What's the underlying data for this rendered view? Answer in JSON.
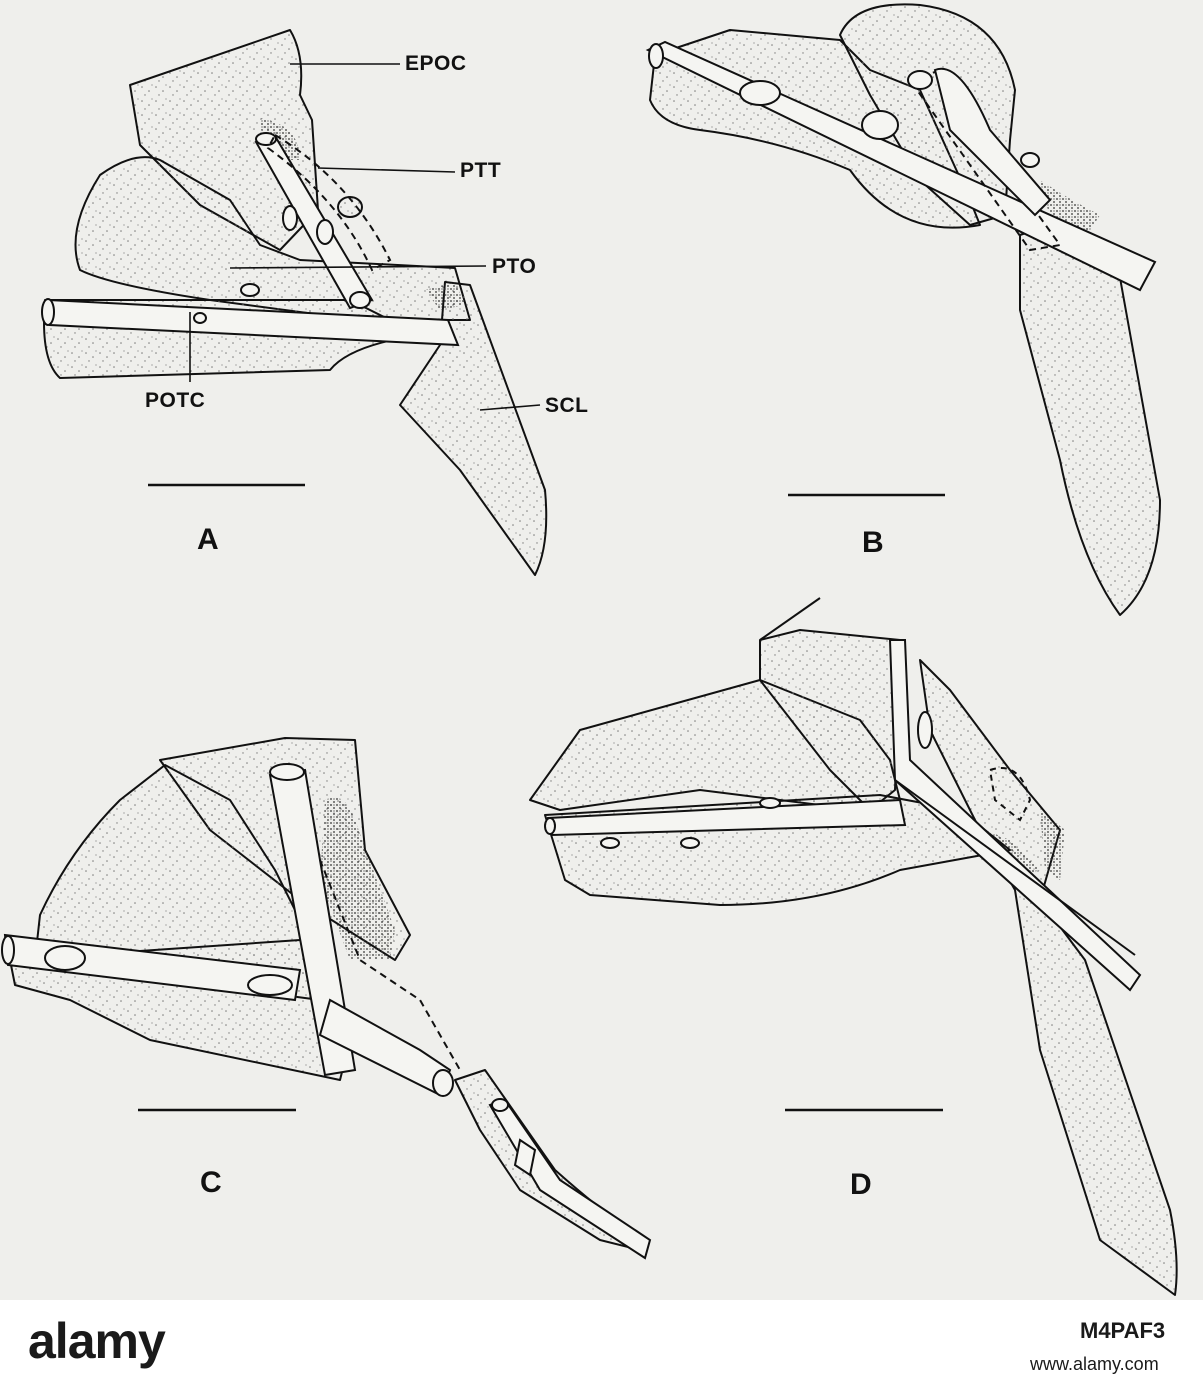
{
  "figure": {
    "labels": {
      "epoc": "EPOC",
      "ptt": "PTT",
      "pto": "PTO",
      "potc": "POTC",
      "scl": "SCL"
    },
    "panels": [
      "A",
      "B",
      "C",
      "D"
    ]
  },
  "footer": {
    "watermark": "alamy",
    "image_id": "M4PAF3",
    "site": "www.alamy.com"
  },
  "colors": {
    "plate_bg": "#efefec",
    "stipple": "#7a7a7a",
    "line": "#111111"
  }
}
